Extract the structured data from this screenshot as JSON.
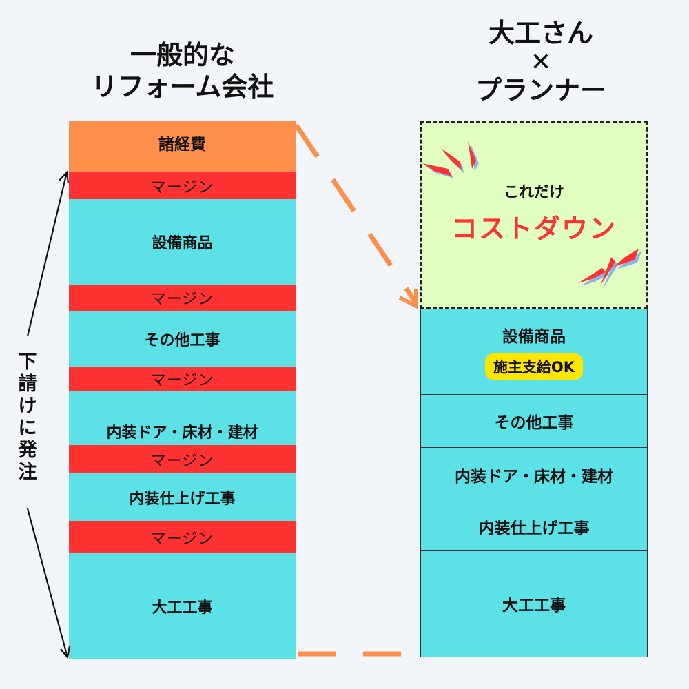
{
  "left": {
    "heading": [
      "一般的な",
      "リフォーム会社"
    ],
    "blocks": [
      {
        "kind": "cost",
        "label": "諸経費"
      },
      {
        "kind": "margin",
        "label": "マージン"
      },
      {
        "kind": "item",
        "label": "設備商品"
      },
      {
        "kind": "margin",
        "label": "マージン"
      },
      {
        "kind": "item",
        "label": "その他工事"
      },
      {
        "kind": "margin",
        "label": "マージン"
      },
      {
        "kind": "item",
        "label": "内装ドア・床材・建材"
      },
      {
        "kind": "margin",
        "label": "マージン"
      },
      {
        "kind": "item",
        "label": "内装仕上げ工事"
      },
      {
        "kind": "margin",
        "label": "マージン"
      },
      {
        "kind": "item",
        "label": "大工工事"
      }
    ]
  },
  "right": {
    "heading": [
      "大工さん",
      "✕",
      "プランナー"
    ],
    "savings": {
      "sub": "これだけ",
      "main": "コストダウン"
    },
    "blocks": [
      {
        "label": "設備商品",
        "badge": "施主支給OK"
      },
      {
        "label": "その他工事"
      },
      {
        "label": "内装ドア・床材・建材"
      },
      {
        "label": "内装仕上げ工事"
      },
      {
        "label": "大工工事"
      }
    ]
  },
  "side_label": [
    "下",
    "請",
    "け",
    "に",
    "発",
    "注"
  ],
  "colors": {
    "background": "#f2f5fa",
    "cost": "#fd8f4a",
    "margin": "#ff3131",
    "item": "#5ce1e6",
    "savings_box": "#e1ffc1",
    "badge": "#ffe600",
    "arrow": "#fd8f4a"
  }
}
